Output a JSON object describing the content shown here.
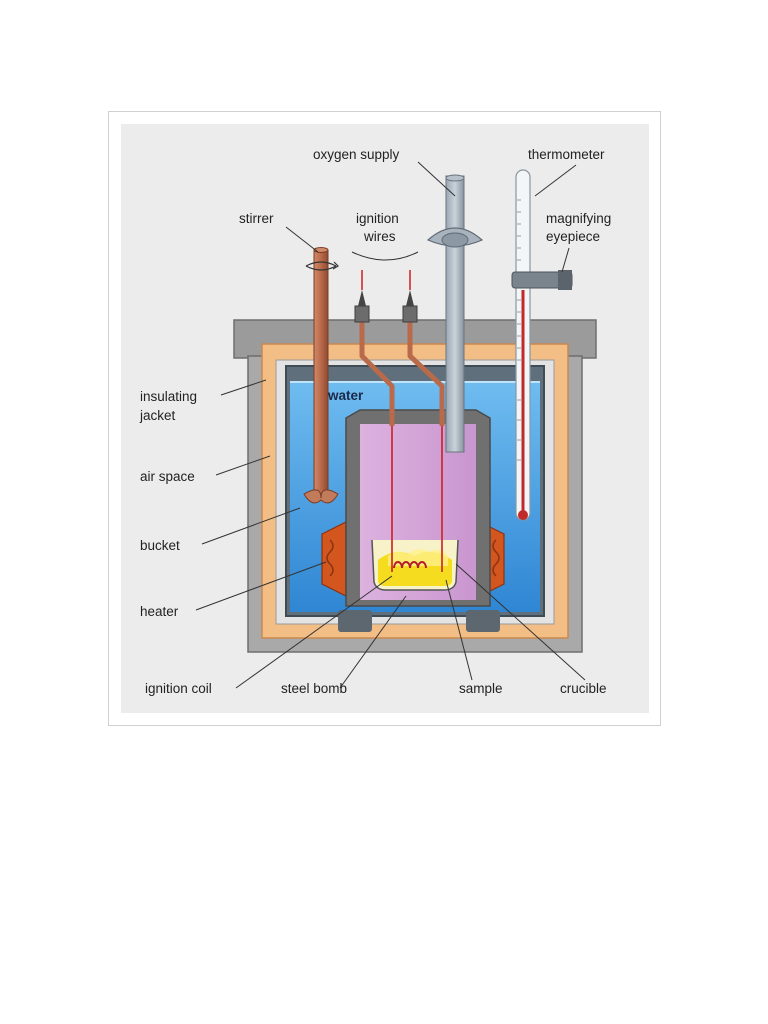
{
  "diagram": {
    "labels": {
      "oxygen_supply": "oxygen supply",
      "thermometer": "thermometer",
      "stirrer": "stirrer",
      "ignition_wires_1": "ignition",
      "ignition_wires_2": "wires",
      "magnifying_1": "magnifying",
      "magnifying_2": "eyepiece",
      "insulating_1": "insulating",
      "insulating_2": "jacket",
      "water": "water",
      "air_space": "air space",
      "bucket": "bucket",
      "heater": "heater",
      "ignition_coil": "ignition coil",
      "steel_bomb": "steel bomb",
      "sample": "sample",
      "crucible": "crucible"
    },
    "colors": {
      "panel": "#ececec",
      "casing": "#a9a9a9",
      "insulation": "#f2be86",
      "water": "#3d9be0",
      "bomb_wall": "#707070",
      "bomb_interior": "#d6a6d9",
      "copper": "#b96a4a",
      "heater": "#d4561f",
      "sample": "#f5dc1e",
      "wire": "#cc1f1f"
    }
  }
}
